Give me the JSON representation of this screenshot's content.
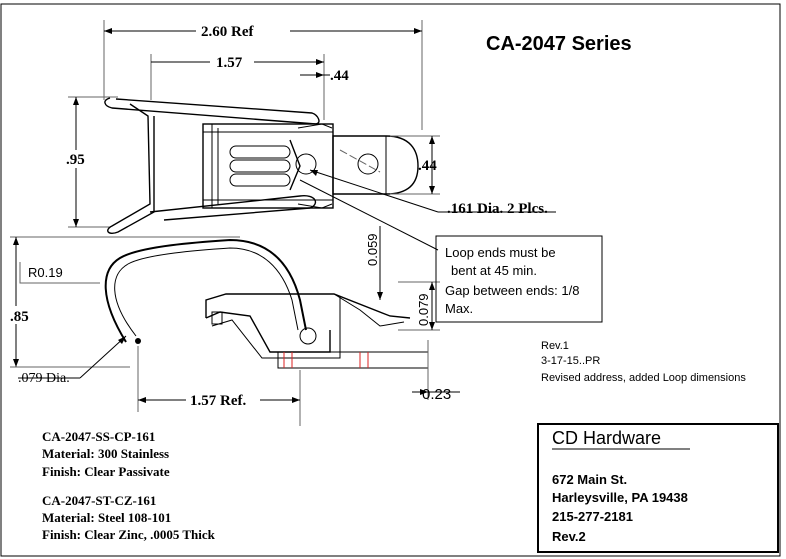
{
  "title": "CA-2047 Series",
  "dimensions": {
    "overall_width": "2.60 Ref",
    "latch_length": "1.57",
    "hook_offset": ".44",
    "latch_height": ".95",
    "keeper_height": ".44",
    "hole_note": ".161 Dia. 2 Plcs.",
    "bend_radius": "R0.19",
    "side_height": ".85",
    "wire_dia": ".079 Dia.",
    "side_length": "1.57 Ref.",
    "loop_gap_vertical": "0.059",
    "loop_height": "0.079",
    "keeper_thickness": "0.23"
  },
  "loop_note": {
    "line1": "Loop ends must be",
    "line2": "bent at 45 min.",
    "line3": "Gap between ends: 1/8",
    "line4": "Max."
  },
  "revision": {
    "label": "Rev.1",
    "date": "3-17-15..PR",
    "note": "Revised address, added Loop dimensions"
  },
  "variants": [
    {
      "part": "CA-2047-SS-CP-161",
      "material": "Material: 300 Stainless",
      "finish": "Finish: Clear Passivate"
    },
    {
      "part": "CA-2047-ST-CZ-161",
      "material": "Material: Steel 108-101",
      "finish": "Finish: Clear Zinc, .0005 Thick"
    }
  ],
  "company": {
    "name": "CD Hardware",
    "street": "672 Main St.",
    "city": "Harleysville, PA 19438",
    "phone": "215-277-2181",
    "rev": "Rev.2"
  }
}
